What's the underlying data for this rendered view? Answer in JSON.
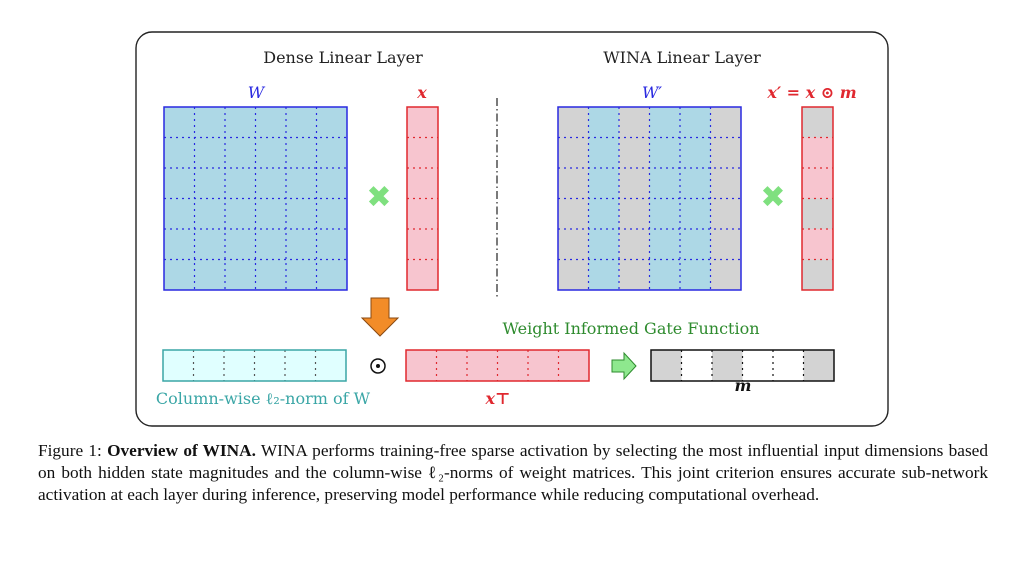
{
  "figure": {
    "dense_title": "Dense Linear Layer",
    "wina_title": "WINA Linear Layer",
    "label_W": "W",
    "label_x": "x",
    "label_W_prime": "W′",
    "label_x_prime": "x′ = x ⊙ m",
    "gate_title": "Weight Informed Gate Function",
    "col_norm_label": "Column-wise ℓ₂-norm of W",
    "label_xT": "x⊤",
    "label_m": "m",
    "hadamard_symbol": "⊙",
    "cross_symbol": "✖",
    "wina_gray_columns": [
      0,
      2,
      5
    ],
    "x_prime_gray_rows": [
      0,
      3,
      5
    ],
    "mask_gray_cells": [
      0,
      2,
      5
    ],
    "colors": {
      "matrix_fill": "#add8e6",
      "matrix_border": "#2929e0",
      "vector_fill": "#f7c5cf",
      "vector_border": "#e0282f",
      "mask_gray": "#d3d3d3",
      "norm_fill": "#e0ffff",
      "norm_border": "#3aa6a6",
      "cross_color": "#7fe07f",
      "down_arrow": "#f28c28",
      "right_arrow": "#8ee88e",
      "gate_title_color": "#2e8b2e",
      "W_label_color": "#2929e0",
      "x_label_color": "#e0282f"
    }
  },
  "caption": {
    "prefix": "Figure 1: ",
    "bold": "Overview of WINA.",
    "text": " WINA performs training-free sparse activation by selecting the most influential input dimensions based on both hidden state magnitudes and the column-wise ℓ₂-norms of weight matrices.  This joint criterion ensures accurate sub-network activation at each layer during inference, preserving model performance while reducing computational overhead."
  }
}
